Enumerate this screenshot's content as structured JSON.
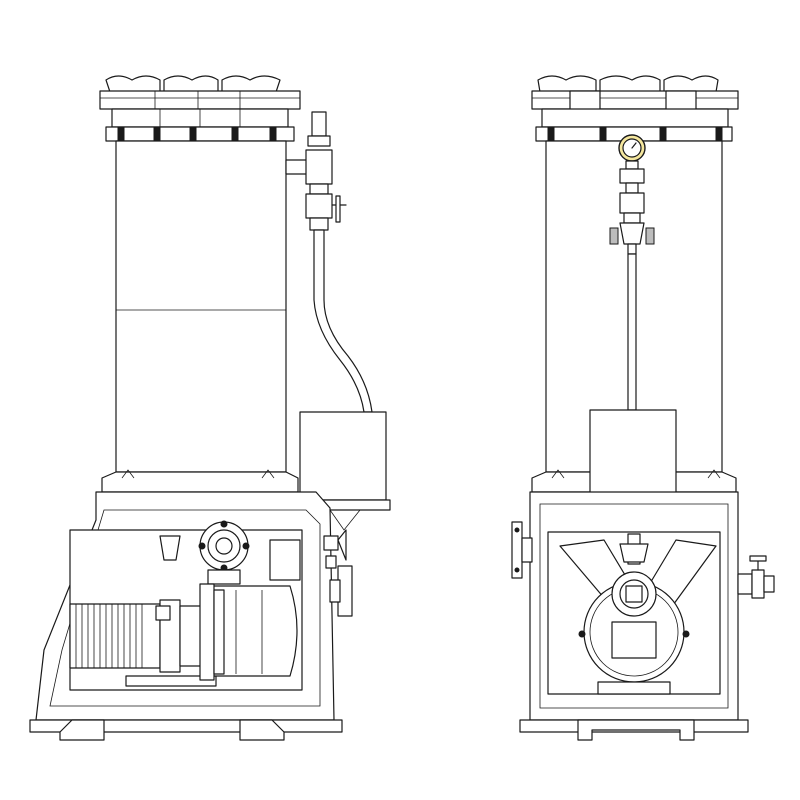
{
  "colors": {
    "line": "#1a1a1a",
    "background": "#ffffff",
    "gauge_face": "#f5e79e",
    "metal": "#bdbdbd"
  },
  "views": [
    {
      "id": "side",
      "components": [
        "filter-chamber",
        "top-clamp-lid",
        "pressure-gauge",
        "discharge-pipe",
        "tank-box",
        "motor",
        "pump-housing",
        "base-frame",
        "flanged-outlet",
        "drain-valve"
      ]
    },
    {
      "id": "front",
      "components": [
        "filter-chamber",
        "top-clamp-lid",
        "pressure-gauge",
        "vertical-pipe",
        "tank-box",
        "pump-housing",
        "base-frame",
        "side-flange",
        "side-valve"
      ]
    }
  ]
}
